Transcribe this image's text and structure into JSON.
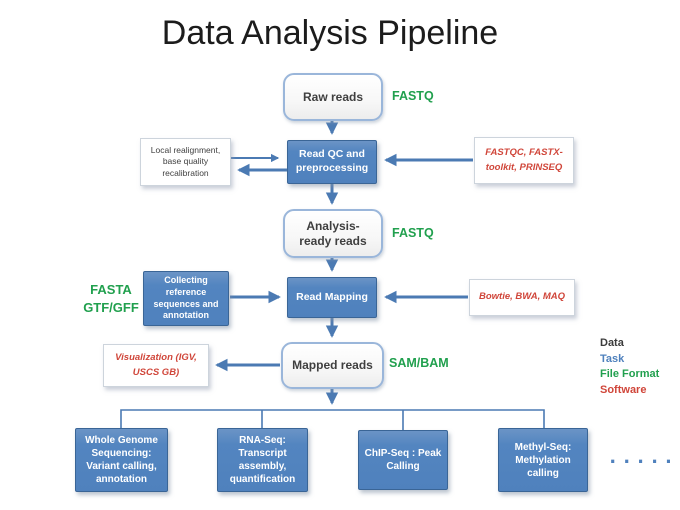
{
  "title": "Data Analysis Pipeline",
  "colors": {
    "task_blue": "#4f81bd",
    "arrow_blue": "#4b7ab3",
    "format_green": "#21a04e",
    "software_red": "#d0463a",
    "data_dark": "#3b3b3b"
  },
  "flow": {
    "raw_reads": "Raw reads",
    "raw_reads_format": "FASTQ",
    "read_qc": "Read QC and preprocessing",
    "read_qc_aux": "Local realignment, base quality recalibration",
    "read_qc_software": "FASTQC, FASTX-toolkit, PRINSEQ",
    "analysis_ready": "Analysis-ready reads",
    "analysis_ready_format": "FASTQ",
    "collect_ref": "Collecting reference sequences and annotation",
    "collect_ref_format_line1": "FASTA",
    "collect_ref_format_line2": "GTF/GFF",
    "read_mapping": "Read Mapping",
    "read_mapping_software": "Bowtie, BWA, MAQ",
    "mapped_reads": "Mapped reads",
    "mapped_reads_format": "SAM/BAM",
    "visualization": "Visualization (IGV, USCS GB)",
    "applications": [
      "Whole Genome Sequencing: Variant calling, annotation",
      "RNA-Seq: Transcript assembly, quantification",
      "ChIP-Seq : Peak Calling",
      "Methyl-Seq: Methylation calling"
    ],
    "more": "......"
  },
  "legend": {
    "items": [
      {
        "label": "Data",
        "color": "#3b3b3b"
      },
      {
        "label": "Task",
        "color": "#4f81bd"
      },
      {
        "label": "File Format",
        "color": "#21a04e"
      },
      {
        "label": "Software",
        "color": "#d0463a"
      }
    ]
  }
}
